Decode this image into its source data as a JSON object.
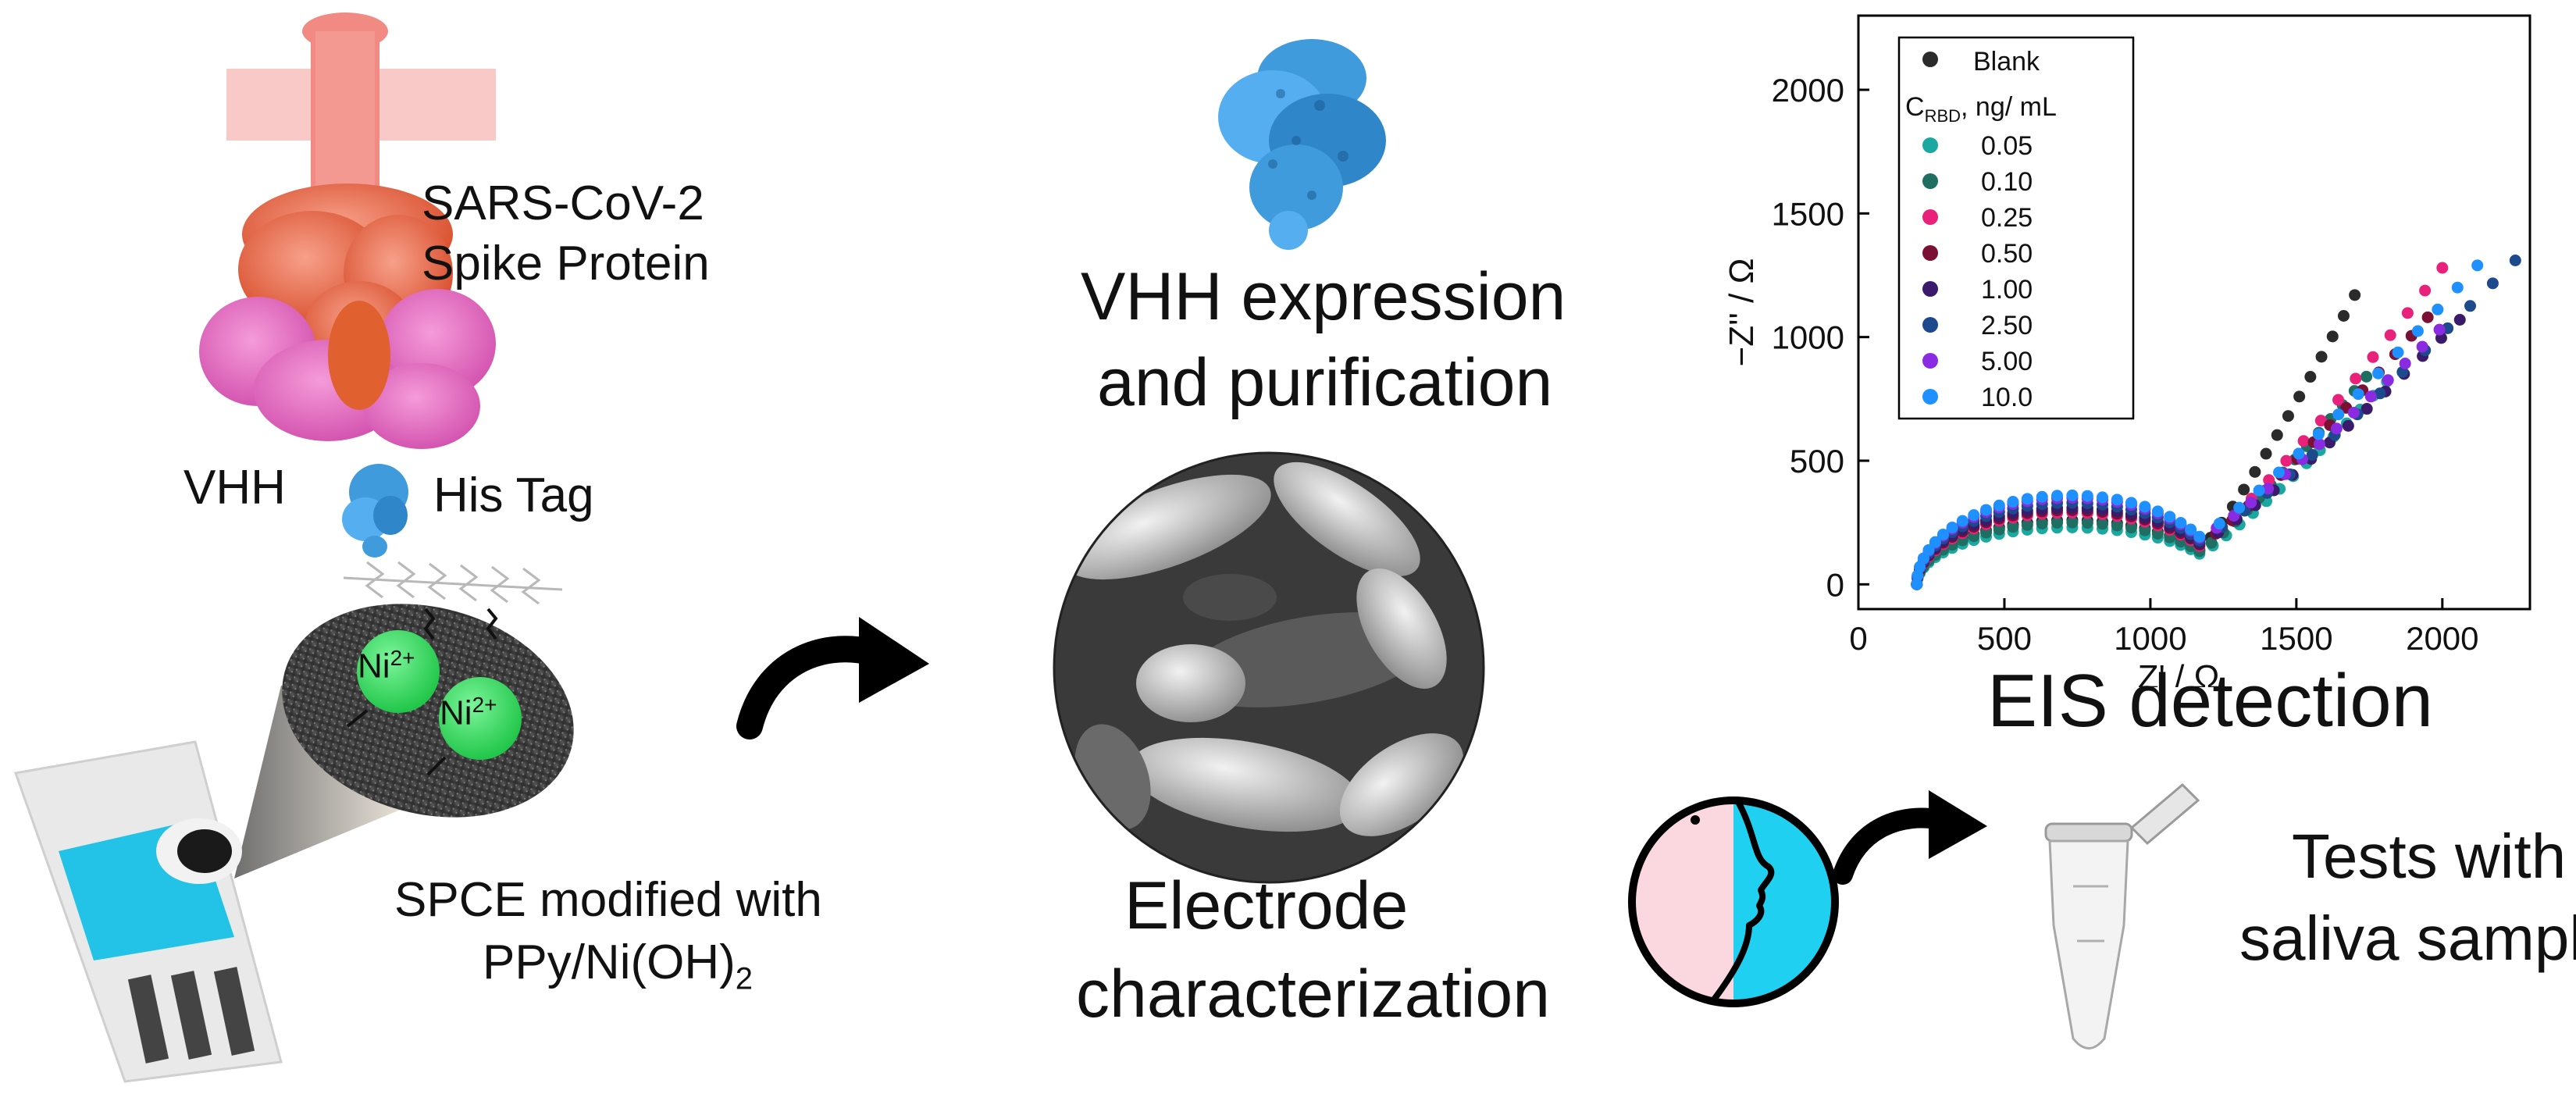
{
  "left_panel": {
    "spike_label_line1": "SARS-CoV-2",
    "spike_label_line2": "Spike Protein",
    "vhh_label": "VHH",
    "histag_label": "His Tag",
    "ni_label_1": "Ni",
    "ni_label_2": "Ni",
    "ni_charge": "2+",
    "spce_label_line1": "SPCE modified with",
    "spce_label_line2_main": "PPy/Ni(OH)",
    "spce_label_line2_sub": "2"
  },
  "middle_panel": {
    "vhh_title_line1": "VHH expression",
    "vhh_title_line2": "and purification",
    "electrode_line1": "Electrode",
    "electrode_line2": "characterization"
  },
  "right_panel": {
    "eis_title": "EIS detection",
    "tests_line1": "Tests with",
    "tests_line2": "saliva samples"
  },
  "chart_data": {
    "type": "scatter",
    "xlabel": "Z' / Ω",
    "ylabel": "−Z'' / Ω",
    "xlim": [
      0,
      2300
    ],
    "ylim": [
      -100,
      2300
    ],
    "x_ticks": [
      0,
      500,
      1000,
      1500,
      2000
    ],
    "y_ticks": [
      0,
      500,
      1000,
      1500,
      2000
    ],
    "legend": {
      "position": "top-left",
      "blank_label": "Blank",
      "conc_header_main": "C",
      "conc_header_sub": "RBD",
      "conc_header_unit": ", ng/ mL"
    },
    "series": [
      {
        "name": "Blank",
        "color": "#2b2b2b",
        "xmax": 1700,
        "plateau": 260,
        "tail_end": 1170
      },
      {
        "name": "0.05",
        "color": "#1aa8a0",
        "xmax": 1810,
        "plateau": 230,
        "tail_end": 820
      },
      {
        "name": "0.10",
        "color": "#1f6e62",
        "xmax": 1740,
        "plateau": 250,
        "tail_end": 840
      },
      {
        "name": "0.25",
        "color": "#e8227a",
        "xmax": 2000,
        "plateau": 290,
        "tail_end": 1280
      },
      {
        "name": "0.50",
        "color": "#7a1034",
        "xmax": 1950,
        "plateau": 300,
        "tail_end": 1080
      },
      {
        "name": "1.00",
        "color": "#3a1a6a",
        "xmax": 2060,
        "plateau": 310,
        "tail_end": 1070
      },
      {
        "name": "2.50",
        "color": "#1d4a8c",
        "xmax": 2250,
        "plateau": 330,
        "tail_end": 1310
      },
      {
        "name": "5.00",
        "color": "#8a2be2",
        "xmax": 1990,
        "plateau": 350,
        "tail_end": 1030
      },
      {
        "name": "10.0",
        "color": "#1e90ff",
        "xmax": 2120,
        "plateau": 360,
        "tail_end": 1290
      }
    ]
  }
}
